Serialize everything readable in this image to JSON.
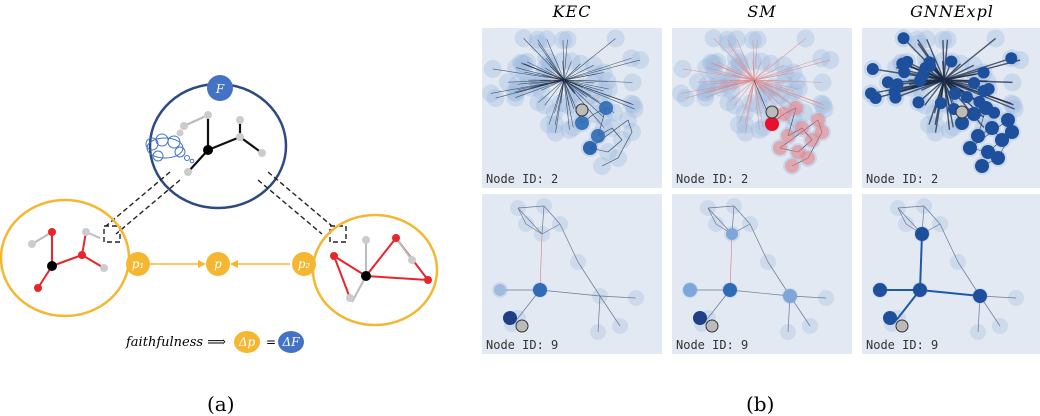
{
  "panel_a": {
    "faithfulness_label": "faithfulness ⟹",
    "badge_F": "F",
    "badge_p1": "p₁",
    "badge_p": "p",
    "badge_p2": "p₂",
    "delta_p": "Δp",
    "equals": "=",
    "delta_F": "ΔF",
    "colors": {
      "orange": "#f5b731",
      "blue": "#4472c4",
      "red": "#e8252b",
      "navy": "#2f4a80"
    }
  },
  "panel_b": {
    "columns": [
      "KEC",
      "SM",
      "GNNExpl"
    ],
    "rows": [
      {
        "node_id_label": "Node ID: 2"
      },
      {
        "node_id_label": "Node ID: 9"
      }
    ]
  },
  "captions": {
    "a": "(a)",
    "b": "(b)"
  }
}
